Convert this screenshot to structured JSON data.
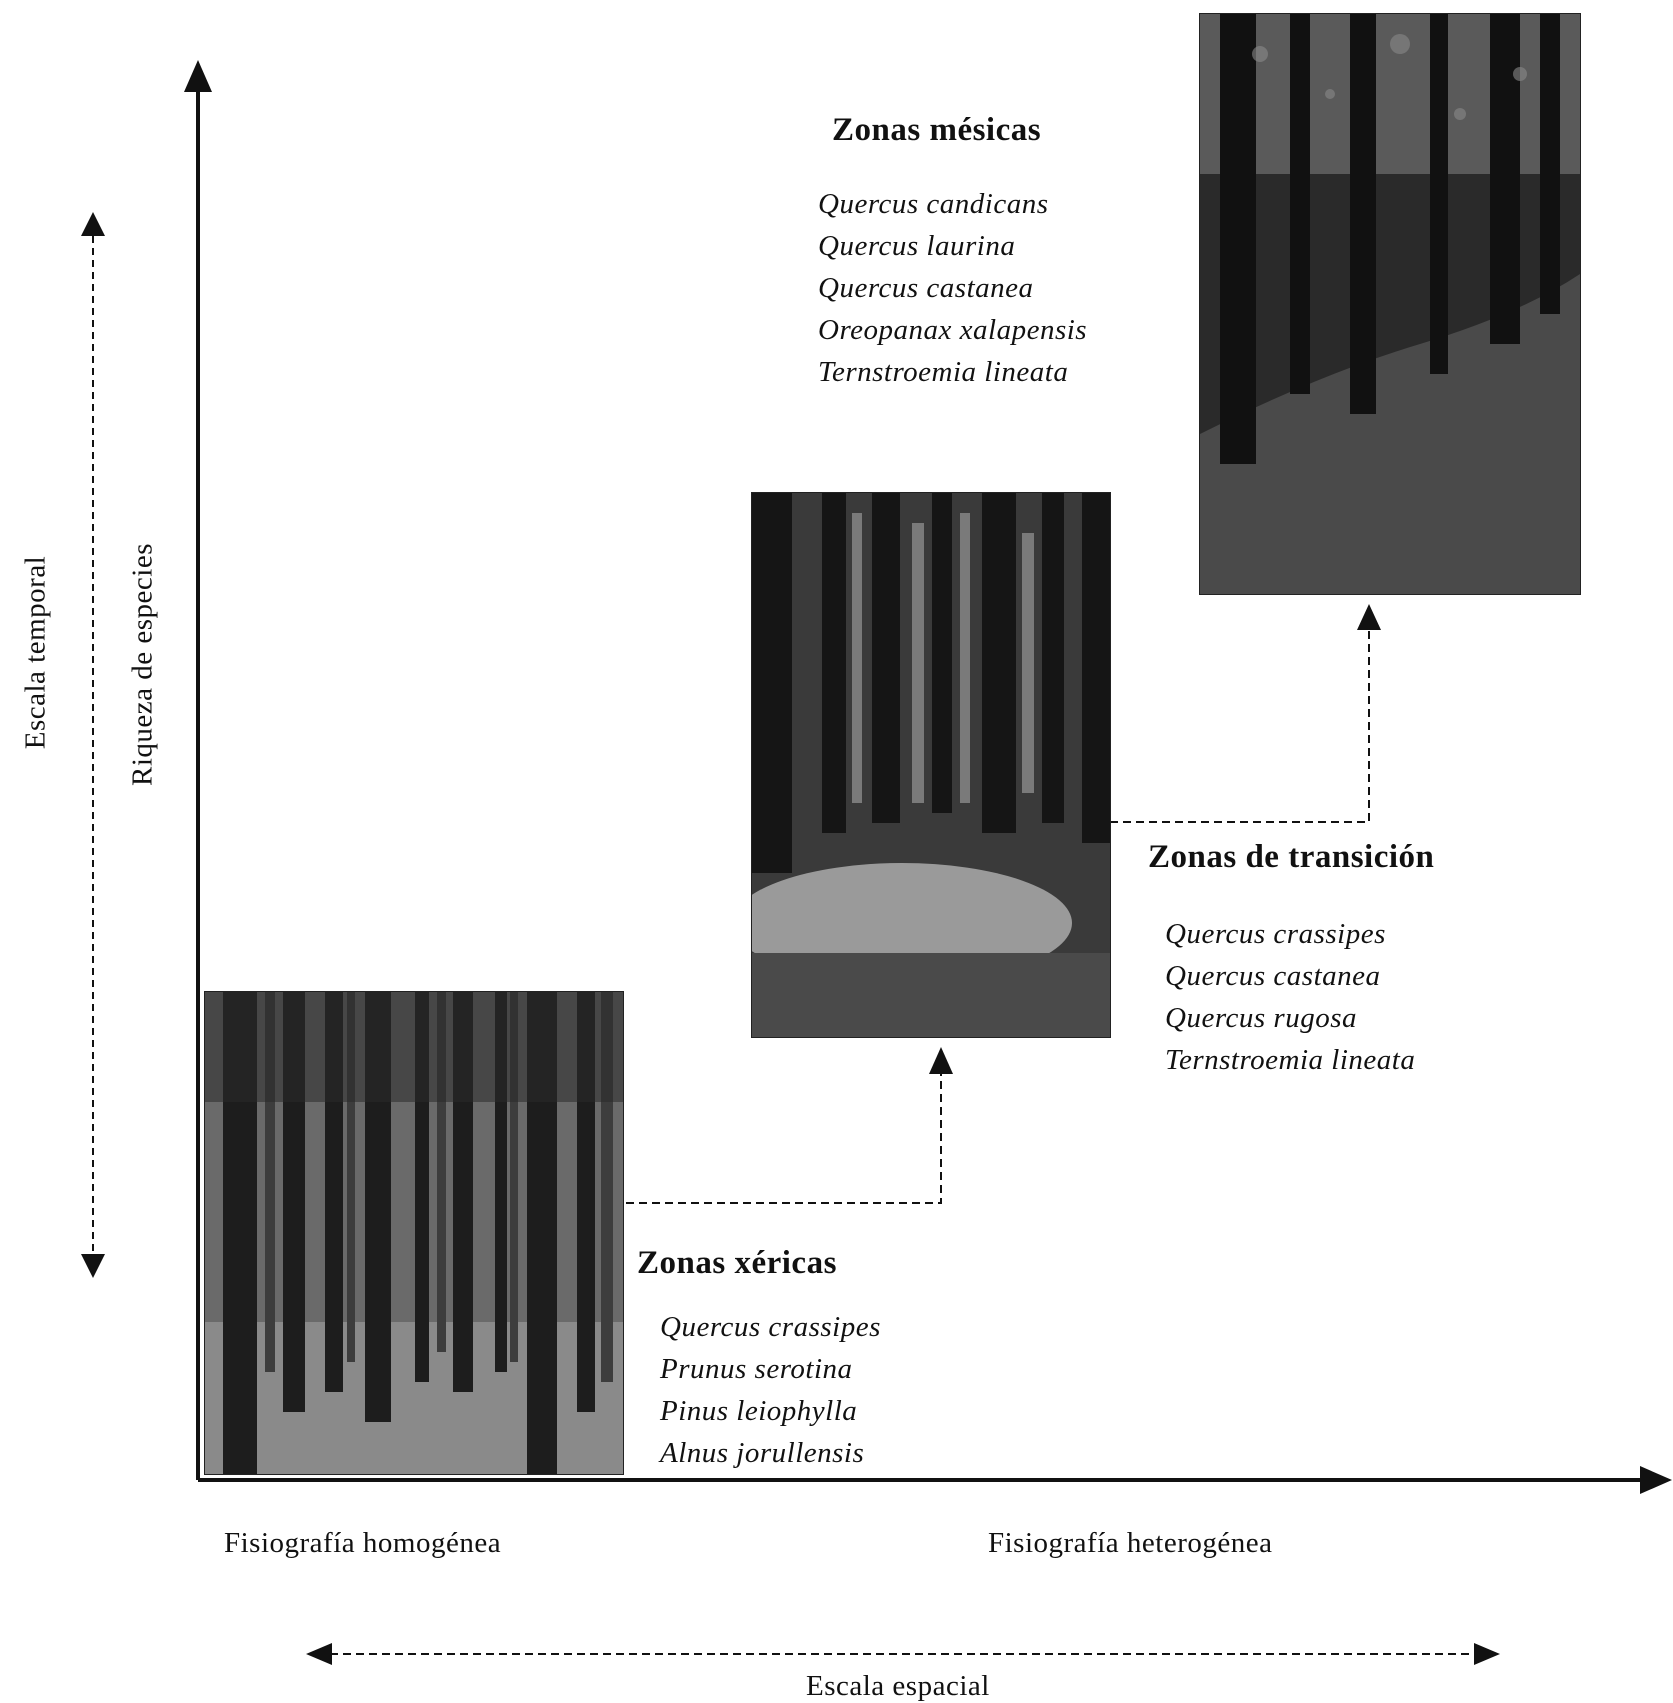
{
  "axes": {
    "temporal_scale": "Escala temporal",
    "species_richness": "Riqueza de especies",
    "homogeneous": "Fisiografía homogénea",
    "heterogeneous": "Fisiografía heterogénea",
    "spatial_scale": "Escala espacial"
  },
  "zones": {
    "xeric": {
      "title": "Zonas xéricas",
      "species": [
        "Quercus crassipes",
        "Prunus serotina",
        "Pinus leiophylla",
        "Alnus jorullensis"
      ]
    },
    "transition": {
      "title": "Zonas de transición",
      "species": [
        "Quercus crassipes",
        "Quercus castanea",
        "Quercus rugosa",
        "Ternstroemia lineata"
      ]
    },
    "mesic": {
      "title": "Zonas mésicas",
      "species": [
        "Quercus candicans",
        "Quercus laurina",
        "Quercus castanea",
        "Oreopanax xalapensis",
        "Ternstroemia lineata"
      ]
    }
  },
  "colors": {
    "ink": "#111111",
    "photo_dark": "#1c1c1c",
    "photo_mid": "#555555",
    "photo_light": "#9a9a9a"
  }
}
